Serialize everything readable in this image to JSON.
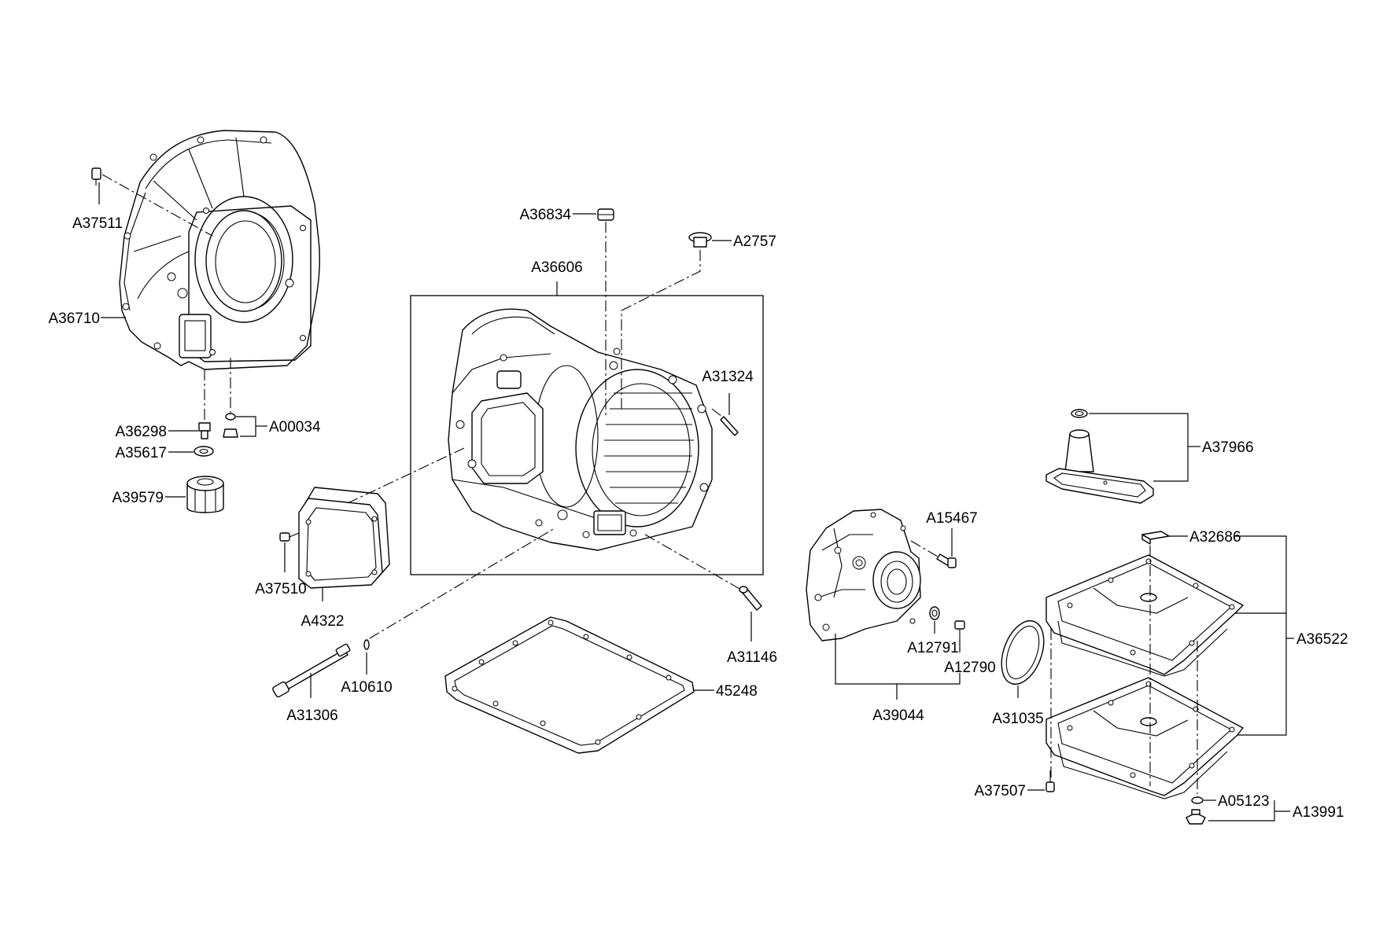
{
  "callouts": {
    "a37511": "A37511",
    "a36710": "A36710",
    "a36298": "A36298",
    "a00034": "A00034",
    "a35617": "A35617",
    "a39579": "A39579",
    "a36834": "A36834",
    "a2757": "A2757",
    "a36606": "A36606",
    "a31324": "A31324",
    "a37510": "A37510",
    "a4322": "A4322",
    "a31146": "A31146",
    "a10610": "A10610",
    "a31306": "A31306",
    "p45248": "45248",
    "a15467": "A15467",
    "a12791": "A12791",
    "a12790": "A12790",
    "a39044": "A39044",
    "a31035": "A31035",
    "a37966": "A37966",
    "a32686": "A32686",
    "a36522": "A36522",
    "a37507": "A37507",
    "a05123": "A05123",
    "a13991": "A13991"
  }
}
